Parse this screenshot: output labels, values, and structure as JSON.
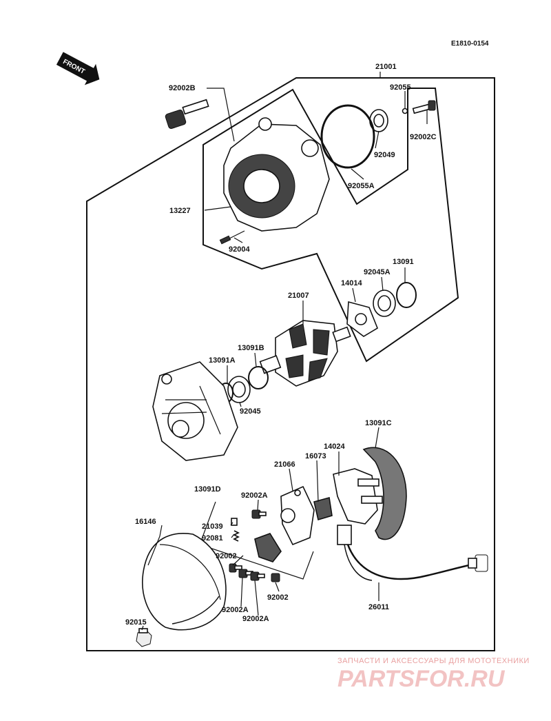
{
  "diagram": {
    "code": "E1810-0154",
    "front_label": "FRONT",
    "labels": {
      "p21001": "21001",
      "p92002B": "92002B",
      "p92055": "92055",
      "p92002C": "92002C",
      "p92049": "92049",
      "p92055A": "92055A",
      "p13227": "13227",
      "p92004": "92004",
      "p13091": "13091",
      "p92045A": "92045A",
      "p14014": "14014",
      "p21007": "21007",
      "p13091B": "13091B",
      "p13091A": "13091A",
      "p92045": "92045",
      "p13091C": "13091C",
      "p14024": "14024",
      "p16073": "16073",
      "p21066": "21066",
      "p13091D": "13091D",
      "p92002A_1": "92002A",
      "p16146": "16146",
      "p21039": "21039",
      "p92081": "92081",
      "p92002_1": "92002",
      "p92002_2": "92002",
      "p92002A_2": "92002A",
      "p92002A_3": "92002A",
      "p26011": "26011",
      "p92015": "92015"
    },
    "watermark": {
      "line1": "ЗАПЧАСТИ И АКСЕССУАРЫ ДЛЯ МОТОТЕХНИКИ",
      "line2": "PARTSFOR.RU"
    }
  }
}
